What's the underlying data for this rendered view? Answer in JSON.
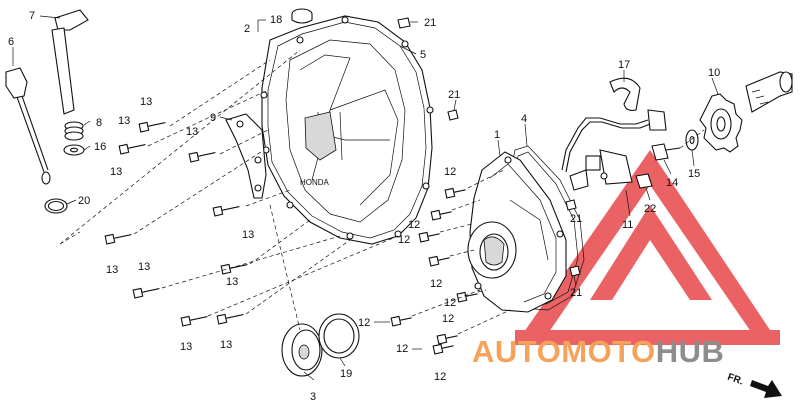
{
  "watermark": {
    "text_orange": "AUTOMOTO",
    "text_gray": "HUB",
    "color_orange": "#f5a25a",
    "color_gray": "#8d8d8d",
    "triangle_color": "#e8474a"
  },
  "direction_marker": {
    "text": "FR."
  },
  "callouts": [
    {
      "id": "c7",
      "text": "7"
    },
    {
      "id": "c6",
      "text": "6"
    },
    {
      "id": "c8",
      "text": "8"
    },
    {
      "id": "c16",
      "text": "16"
    },
    {
      "id": "c20",
      "text": "20"
    },
    {
      "id": "c2",
      "text": "2"
    },
    {
      "id": "c18",
      "text": "18"
    },
    {
      "id": "c21a",
      "text": "21"
    },
    {
      "id": "c5",
      "text": "5"
    },
    {
      "id": "c21b",
      "text": "21"
    },
    {
      "id": "c17",
      "text": "17"
    },
    {
      "id": "c10",
      "text": "10"
    },
    {
      "id": "c9",
      "text": "9"
    },
    {
      "id": "c13a",
      "text": "13"
    },
    {
      "id": "c13b",
      "text": "13"
    },
    {
      "id": "c13c",
      "text": "13"
    },
    {
      "id": "c13d",
      "text": "13"
    },
    {
      "id": "c13e",
      "text": "13"
    },
    {
      "id": "c13f",
      "text": "13"
    },
    {
      "id": "c13g",
      "text": "13"
    },
    {
      "id": "c13h",
      "text": "13"
    },
    {
      "id": "c13i",
      "text": "13"
    },
    {
      "id": "c13j",
      "text": "13"
    },
    {
      "id": "c1",
      "text": "1"
    },
    {
      "id": "c4",
      "text": "4"
    },
    {
      "id": "c14",
      "text": "14"
    },
    {
      "id": "c15",
      "text": "15"
    },
    {
      "id": "c12a",
      "text": "12"
    },
    {
      "id": "c12b",
      "text": "12"
    },
    {
      "id": "c12c",
      "text": "12"
    },
    {
      "id": "c12d",
      "text": "12"
    },
    {
      "id": "c12e",
      "text": "12"
    },
    {
      "id": "c12f",
      "text": "12"
    },
    {
      "id": "c12g",
      "text": "12"
    },
    {
      "id": "c12h",
      "text": "12"
    },
    {
      "id": "c12i",
      "text": "12"
    },
    {
      "id": "c21c",
      "text": "21"
    },
    {
      "id": "c21d",
      "text": "21"
    },
    {
      "id": "c11",
      "text": "11"
    },
    {
      "id": "c22",
      "text": "22"
    },
    {
      "id": "c3",
      "text": "3"
    },
    {
      "id": "c19",
      "text": "19"
    }
  ]
}
